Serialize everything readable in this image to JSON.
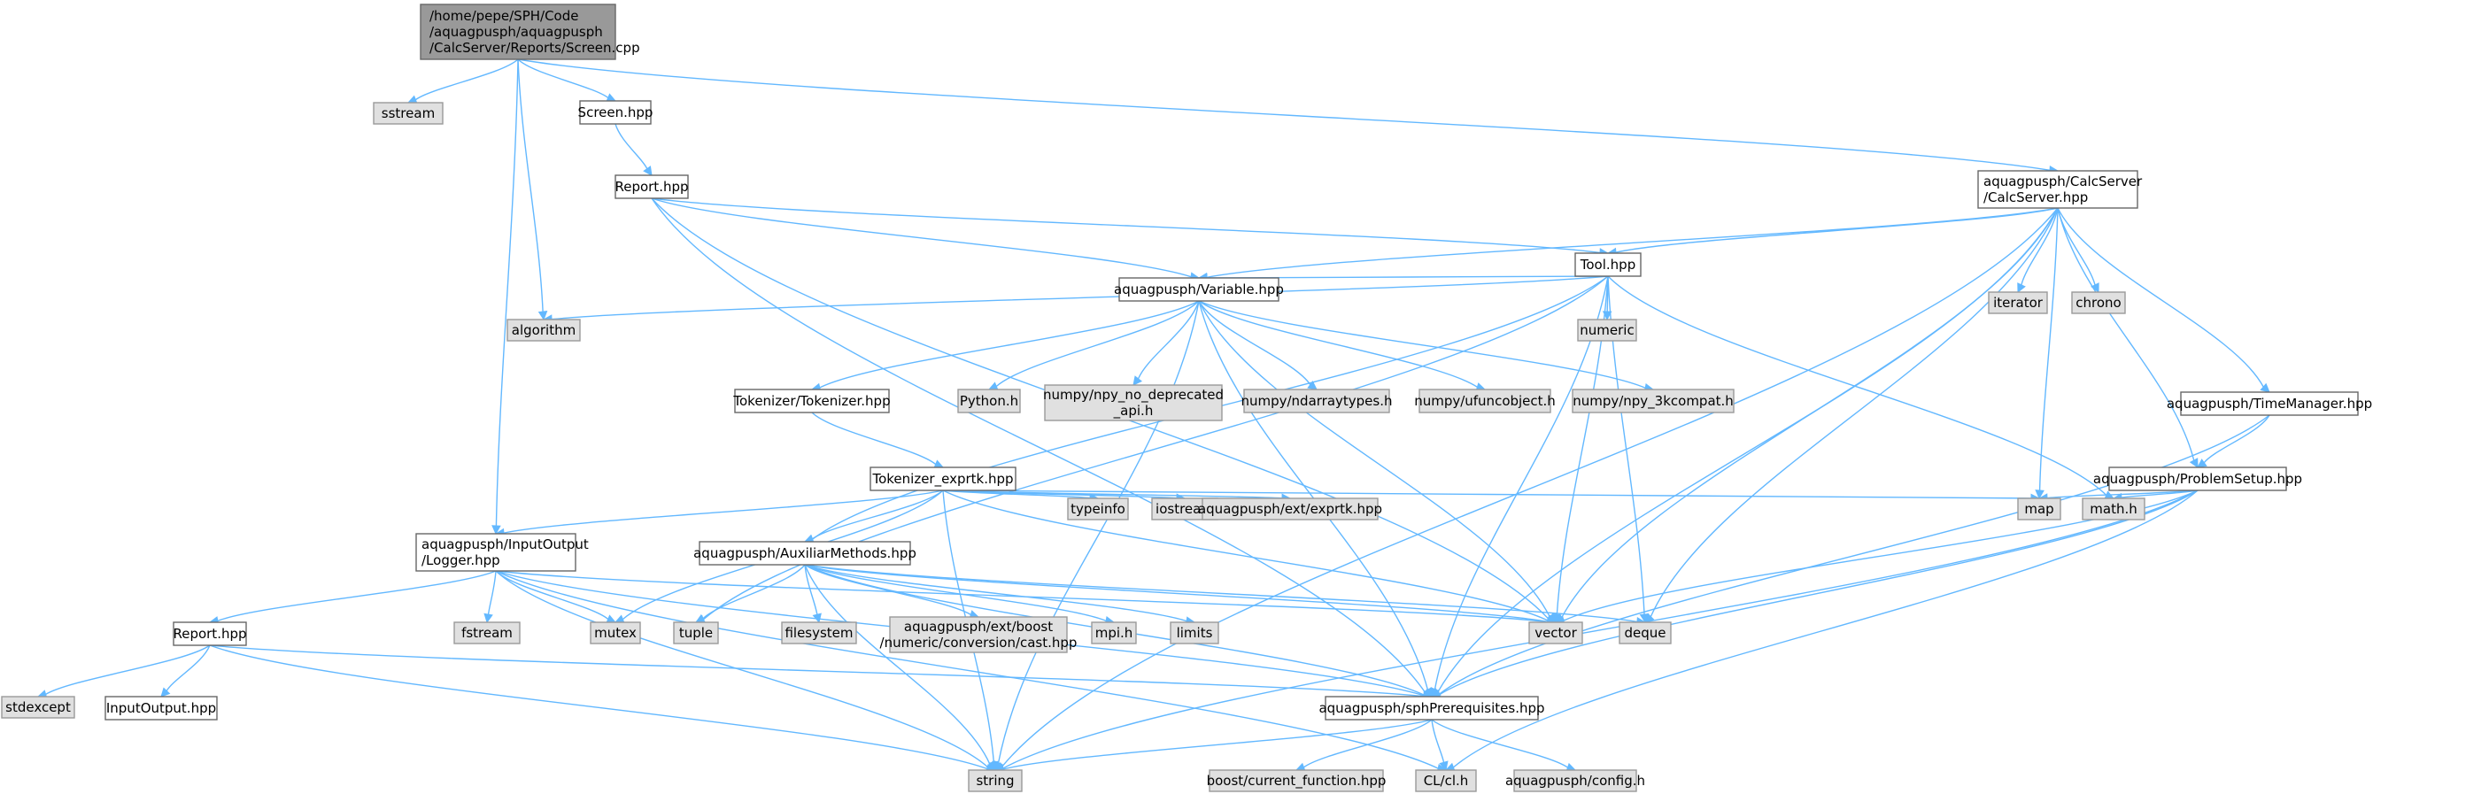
{
  "colors": {
    "edge": "#63b8ff",
    "local_node": "#ffffff",
    "system_node": "#e0e0e0",
    "root_node": "#999999",
    "border": "#666666"
  },
  "nodes": [
    {
      "id": "root",
      "lines": [
        "/home/pepe/SPH/Code",
        "/aquagpusph/aquagpusph",
        "/CalcServer/Reports/Screen.cpp"
      ],
      "kind": "root"
    },
    {
      "id": "sstream",
      "lines": [
        "sstream"
      ],
      "kind": "system"
    },
    {
      "id": "screen_hpp",
      "lines": [
        "Screen.hpp"
      ],
      "kind": "local"
    },
    {
      "id": "report_hpp_top",
      "lines": [
        "Report.hpp"
      ],
      "kind": "local"
    },
    {
      "id": "calcserver_hpp",
      "lines": [
        "aquagpusph/CalcServer",
        "/CalcServer.hpp"
      ],
      "kind": "local"
    },
    {
      "id": "tool_hpp",
      "lines": [
        "Tool.hpp"
      ],
      "kind": "local"
    },
    {
      "id": "iterator",
      "lines": [
        "iterator"
      ],
      "kind": "system"
    },
    {
      "id": "chrono",
      "lines": [
        "chrono"
      ],
      "kind": "system"
    },
    {
      "id": "algorithm",
      "lines": [
        "algorithm"
      ],
      "kind": "system"
    },
    {
      "id": "numeric",
      "lines": [
        "numeric"
      ],
      "kind": "system"
    },
    {
      "id": "variable_hpp",
      "lines": [
        "aquagpusph/Variable.hpp"
      ],
      "kind": "local"
    },
    {
      "id": "tokenizer_hpp",
      "lines": [
        "Tokenizer/Tokenizer.hpp"
      ],
      "kind": "local"
    },
    {
      "id": "python_h",
      "lines": [
        "Python.h"
      ],
      "kind": "system"
    },
    {
      "id": "npy_no_dep",
      "lines": [
        "numpy/npy_no_deprecated",
        "_api.h"
      ],
      "kind": "system"
    },
    {
      "id": "ndarraytypes",
      "lines": [
        "numpy/ndarraytypes.h"
      ],
      "kind": "system"
    },
    {
      "id": "ufuncobject",
      "lines": [
        "numpy/ufuncobject.h"
      ],
      "kind": "system"
    },
    {
      "id": "npy_3kcompat",
      "lines": [
        "numpy/npy_3kcompat.h"
      ],
      "kind": "system"
    },
    {
      "id": "timemanager",
      "lines": [
        "aquagpusph/TimeManager.hpp"
      ],
      "kind": "local"
    },
    {
      "id": "tokenizer_exprtk",
      "lines": [
        "Tokenizer_exprtk.hpp"
      ],
      "kind": "local"
    },
    {
      "id": "problemsetup",
      "lines": [
        "aquagpusph/ProblemSetup.hpp"
      ],
      "kind": "local"
    },
    {
      "id": "logger",
      "lines": [
        "aquagpusph/InputOutput",
        "/Logger.hpp"
      ],
      "kind": "local"
    },
    {
      "id": "auxiliar",
      "lines": [
        "aquagpusph/AuxiliarMethods.hpp"
      ],
      "kind": "local"
    },
    {
      "id": "typeinfo",
      "lines": [
        "typeinfo"
      ],
      "kind": "system"
    },
    {
      "id": "iostream",
      "lines": [
        "iostream"
      ],
      "kind": "system"
    },
    {
      "id": "exprtk",
      "lines": [
        "aquagpusph/ext/exprtk.hpp"
      ],
      "kind": "system"
    },
    {
      "id": "map",
      "lines": [
        "map"
      ],
      "kind": "system"
    },
    {
      "id": "math_h",
      "lines": [
        "math.h"
      ],
      "kind": "system"
    },
    {
      "id": "report_hpp_bottom",
      "lines": [
        "Report.hpp"
      ],
      "kind": "local"
    },
    {
      "id": "fstream",
      "lines": [
        "fstream"
      ],
      "kind": "system"
    },
    {
      "id": "mutex",
      "lines": [
        "mutex"
      ],
      "kind": "system"
    },
    {
      "id": "tuple",
      "lines": [
        "tuple"
      ],
      "kind": "system"
    },
    {
      "id": "filesystem",
      "lines": [
        "filesystem"
      ],
      "kind": "system"
    },
    {
      "id": "boost_cast",
      "lines": [
        "aquagpusph/ext/boost",
        "/numeric/conversion/cast.hpp"
      ],
      "kind": "system"
    },
    {
      "id": "mpi_h",
      "lines": [
        "mpi.h"
      ],
      "kind": "system"
    },
    {
      "id": "limits",
      "lines": [
        "limits"
      ],
      "kind": "system"
    },
    {
      "id": "vector",
      "lines": [
        "vector"
      ],
      "kind": "system"
    },
    {
      "id": "deque",
      "lines": [
        "deque"
      ],
      "kind": "system"
    },
    {
      "id": "stdexcept",
      "lines": [
        "stdexcept"
      ],
      "kind": "system"
    },
    {
      "id": "inputoutput",
      "lines": [
        "InputOutput.hpp"
      ],
      "kind": "local"
    },
    {
      "id": "sphprereq",
      "lines": [
        "aquagpusph/sphPrerequisites.hpp"
      ],
      "kind": "local"
    },
    {
      "id": "string",
      "lines": [
        "string"
      ],
      "kind": "system"
    },
    {
      "id": "boost_cf",
      "lines": [
        "boost/current_function.hpp"
      ],
      "kind": "system"
    },
    {
      "id": "cl_h",
      "lines": [
        "CL/cl.h"
      ],
      "kind": "system"
    },
    {
      "id": "config_h",
      "lines": [
        "aquagpusph/config.h"
      ],
      "kind": "system"
    }
  ],
  "edges": [
    [
      "root",
      "sstream"
    ],
    [
      "root",
      "screen_hpp"
    ],
    [
      "root",
      "calcserver_hpp"
    ],
    [
      "root",
      "algorithm"
    ],
    [
      "root",
      "logger"
    ],
    [
      "screen_hpp",
      "report_hpp_top"
    ],
    [
      "report_hpp_top",
      "tool_hpp"
    ],
    [
      "report_hpp_top",
      "variable_hpp"
    ],
    [
      "report_hpp_top",
      "vector"
    ],
    [
      "report_hpp_top",
      "sphprereq"
    ],
    [
      "calcserver_hpp",
      "tool_hpp"
    ],
    [
      "calcserver_hpp",
      "iterator"
    ],
    [
      "calcserver_hpp",
      "chrono"
    ],
    [
      "calcserver_hpp",
      "variable_hpp"
    ],
    [
      "calcserver_hpp",
      "timemanager"
    ],
    [
      "calcserver_hpp",
      "problemsetup"
    ],
    [
      "calcserver_hpp",
      "map"
    ],
    [
      "calcserver_hpp",
      "vector"
    ],
    [
      "calcserver_hpp",
      "deque"
    ],
    [
      "calcserver_hpp",
      "sphprereq"
    ],
    [
      "calcserver_hpp",
      "string"
    ],
    [
      "tool_hpp",
      "algorithm"
    ],
    [
      "tool_hpp",
      "numeric"
    ],
    [
      "tool_hpp",
      "variable_hpp"
    ],
    [
      "tool_hpp",
      "auxiliar"
    ],
    [
      "tool_hpp",
      "tuple"
    ],
    [
      "tool_hpp",
      "vector"
    ],
    [
      "tool_hpp",
      "deque"
    ],
    [
      "tool_hpp",
      "math_h"
    ],
    [
      "tool_hpp",
      "sphprereq"
    ],
    [
      "variable_hpp",
      "tokenizer_hpp"
    ],
    [
      "variable_hpp",
      "python_h"
    ],
    [
      "variable_hpp",
      "npy_no_dep"
    ],
    [
      "variable_hpp",
      "ndarraytypes"
    ],
    [
      "variable_hpp",
      "ufuncobject"
    ],
    [
      "variable_hpp",
      "npy_3kcompat"
    ],
    [
      "variable_hpp",
      "string"
    ],
    [
      "variable_hpp",
      "vector"
    ],
    [
      "variable_hpp",
      "sphprereq"
    ],
    [
      "tokenizer_hpp",
      "tokenizer_exprtk"
    ],
    [
      "tokenizer_exprtk",
      "logger"
    ],
    [
      "tokenizer_exprtk",
      "auxiliar"
    ],
    [
      "tokenizer_exprtk",
      "typeinfo"
    ],
    [
      "tokenizer_exprtk",
      "iostream"
    ],
    [
      "tokenizer_exprtk",
      "exprtk"
    ],
    [
      "tokenizer_exprtk",
      "map"
    ],
    [
      "tokenizer_exprtk",
      "mutex"
    ],
    [
      "tokenizer_exprtk",
      "string"
    ],
    [
      "tokenizer_exprtk",
      "vector"
    ],
    [
      "timemanager",
      "problemsetup"
    ],
    [
      "timemanager",
      "sphprereq"
    ],
    [
      "problemsetup",
      "map"
    ],
    [
      "problemsetup",
      "math_h"
    ],
    [
      "problemsetup",
      "vector"
    ],
    [
      "problemsetup",
      "sphprereq"
    ],
    [
      "problemsetup",
      "string"
    ],
    [
      "problemsetup",
      "cl_h"
    ],
    [
      "logger",
      "report_hpp_bottom"
    ],
    [
      "logger",
      "fstream"
    ],
    [
      "logger",
      "mutex"
    ],
    [
      "logger",
      "vector"
    ],
    [
      "logger",
      "sphprereq"
    ],
    [
      "logger",
      "string"
    ],
    [
      "logger",
      "cl_h"
    ],
    [
      "auxiliar",
      "tuple"
    ],
    [
      "auxiliar",
      "filesystem"
    ],
    [
      "auxiliar",
      "boost_cast"
    ],
    [
      "auxiliar",
      "mpi_h"
    ],
    [
      "auxiliar",
      "limits"
    ],
    [
      "auxiliar",
      "vector"
    ],
    [
      "auxiliar",
      "deque"
    ],
    [
      "auxiliar",
      "sphprereq"
    ],
    [
      "auxiliar",
      "string"
    ],
    [
      "report_hpp_bottom",
      "stdexcept"
    ],
    [
      "report_hpp_bottom",
      "inputoutput"
    ],
    [
      "report_hpp_bottom",
      "sphprereq"
    ],
    [
      "report_hpp_bottom",
      "string"
    ],
    [
      "sphprereq",
      "string"
    ],
    [
      "sphprereq",
      "boost_cf"
    ],
    [
      "sphprereq",
      "cl_h"
    ],
    [
      "sphprereq",
      "config_h"
    ]
  ]
}
